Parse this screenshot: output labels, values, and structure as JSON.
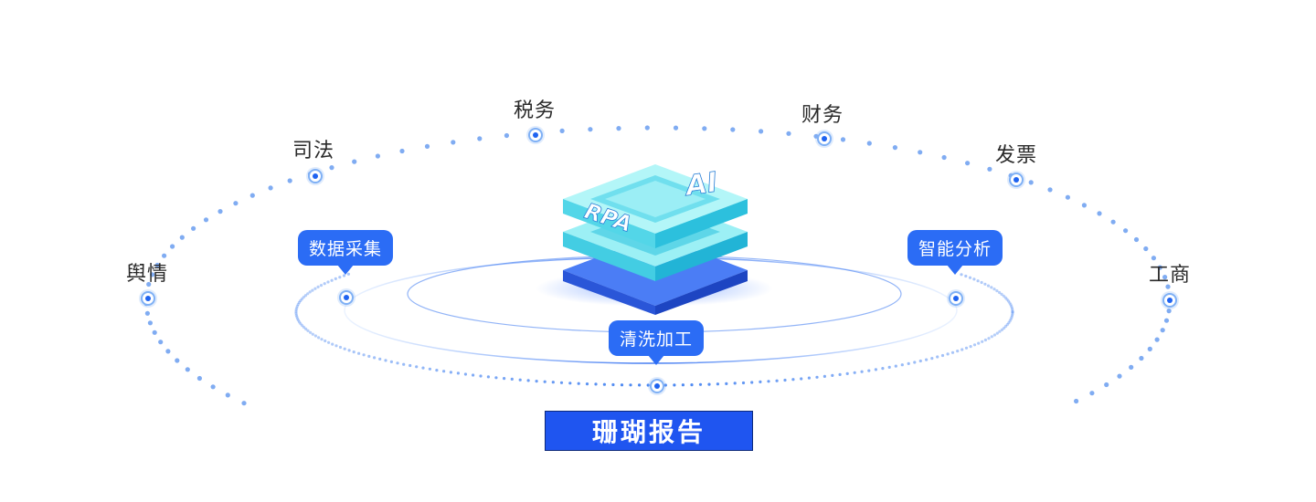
{
  "outer_nodes": [
    {
      "id": "yuqing",
      "label": "舆情"
    },
    {
      "id": "sifa",
      "label": "司法"
    },
    {
      "id": "shuiwu",
      "label": "税务"
    },
    {
      "id": "caiwu",
      "label": "财务"
    },
    {
      "id": "fapiao",
      "label": "发票"
    },
    {
      "id": "gongshang",
      "label": "工商"
    }
  ],
  "process_steps": [
    {
      "id": "collect",
      "label": "数据采集"
    },
    {
      "id": "clean",
      "label": "清洗加工"
    },
    {
      "id": "analyze",
      "label": "智能分析"
    }
  ],
  "center": {
    "top_text": "AI",
    "side_text": "RPA"
  },
  "output": {
    "label": "珊瑚报告"
  },
  "colors": {
    "accent": "#2b6cf5",
    "dot": "#6a9ef0",
    "layer_top": "#7be7f0",
    "layer_mid": "#3fd3e8",
    "layer_base": "#2d63f0"
  }
}
